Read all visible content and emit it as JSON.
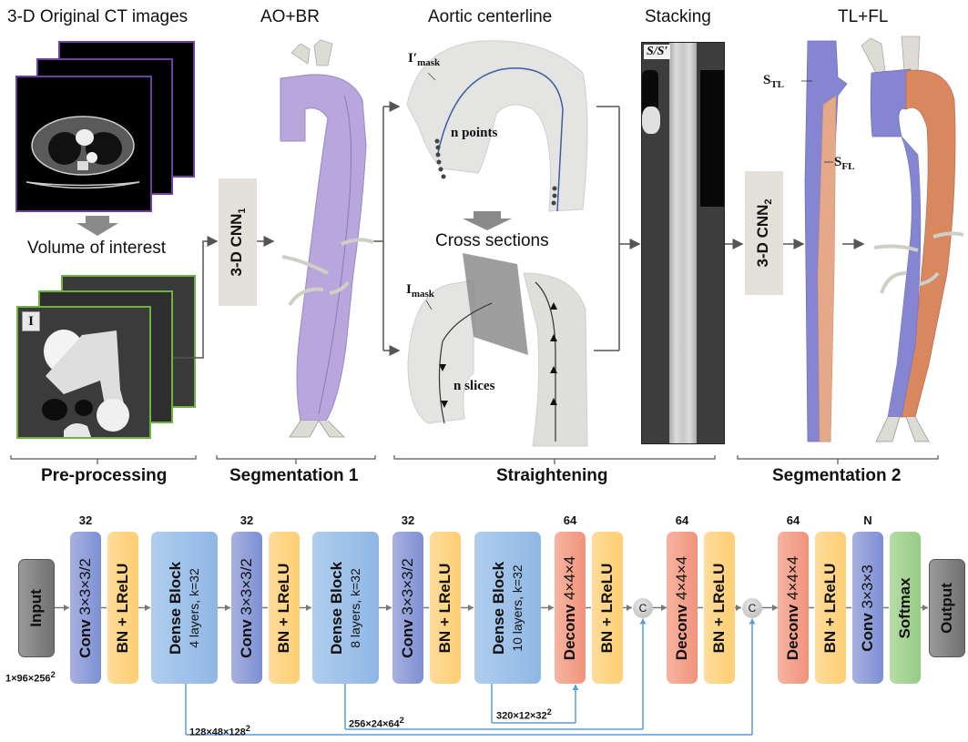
{
  "top_titles": {
    "ct_images": "3-D Original CT images",
    "ao_br": "AO+BR",
    "centerline": "Aortic centerline",
    "stacking": "Stacking",
    "tl_fl": "TL+FL",
    "volume_of_interest": "Volume of interest",
    "cross_sections": "Cross sections"
  },
  "stages": [
    {
      "label": "Pre-processing"
    },
    {
      "label": "Segmentation 1"
    },
    {
      "label": "Straightening"
    },
    {
      "label": "Segmentation 2"
    }
  ],
  "cnn_boxes": {
    "cnn1": {
      "main": "3-D CNN",
      "sub": "1"
    },
    "cnn2": {
      "main": "3-D CNN",
      "sub": "2"
    }
  },
  "annotations": {
    "voi_tag": "I",
    "i_prime_mask": {
      "main": "I′",
      "sub": "mask"
    },
    "i_mask": {
      "main": "I",
      "sub": "mask"
    },
    "n_points": "n points",
    "n_slices": "n slices",
    "stack_tag": "S/S′",
    "s_tl": {
      "main": "S",
      "sub": "TL"
    },
    "s_fl": {
      "main": "S",
      "sub": "FL"
    }
  },
  "colors": {
    "aorta_purple": "#b9a6dc",
    "true_lumen_blue": "#8585d2",
    "false_lumen_orange": "#d9875e",
    "branch_gray": "#dcdcd4",
    "skip_line_blue": "#5b9bd5"
  },
  "network": {
    "input": {
      "label": "Input",
      "shape": "1×96×256",
      "shape_exp": "2"
    },
    "output": {
      "label": "Output"
    },
    "channels": [
      "32",
      "32",
      "32",
      "64",
      "64",
      "64",
      "N"
    ],
    "blocks": [
      {
        "type": "conv",
        "bold": "Conv",
        "rest": " 3×3×3/2"
      },
      {
        "type": "bn",
        "bold": "BN + LReLU",
        "rest": ""
      },
      {
        "type": "dense",
        "bold": "Dense Block",
        "rest": "4 layers, k=32"
      },
      {
        "type": "conv",
        "bold": "Conv",
        "rest": " 3×3×3/2"
      },
      {
        "type": "bn",
        "bold": "BN + LReLU",
        "rest": ""
      },
      {
        "type": "dense",
        "bold": "Dense Block",
        "rest": "8 layers, k=32"
      },
      {
        "type": "conv",
        "bold": "Conv",
        "rest": " 3×3×3/2"
      },
      {
        "type": "bn",
        "bold": "BN + LReLU",
        "rest": ""
      },
      {
        "type": "dense",
        "bold": "Dense Block",
        "rest": "10 layers, k=32"
      },
      {
        "type": "deconv",
        "bold": "Deconv",
        "rest": " 4×4×4"
      },
      {
        "type": "bn",
        "bold": "BN + LReLU",
        "rest": ""
      },
      {
        "type": "deconv",
        "bold": "Deconv",
        "rest": " 4×4×4"
      },
      {
        "type": "bn",
        "bold": "BN + LReLU",
        "rest": ""
      },
      {
        "type": "deconv",
        "bold": "Deconv",
        "rest": " 4×4×4"
      },
      {
        "type": "bn",
        "bold": "BN + LReLU",
        "rest": ""
      },
      {
        "type": "conv",
        "bold": "Conv",
        "rest": " 3×3×3"
      },
      {
        "type": "soft",
        "bold": "Softmax",
        "rest": ""
      }
    ],
    "concat_label": "C",
    "skips": [
      {
        "label": "128×48×128",
        "exp": "2"
      },
      {
        "label": "256×24×64",
        "exp": "2"
      },
      {
        "label": "320×12×32",
        "exp": "2"
      }
    ]
  }
}
